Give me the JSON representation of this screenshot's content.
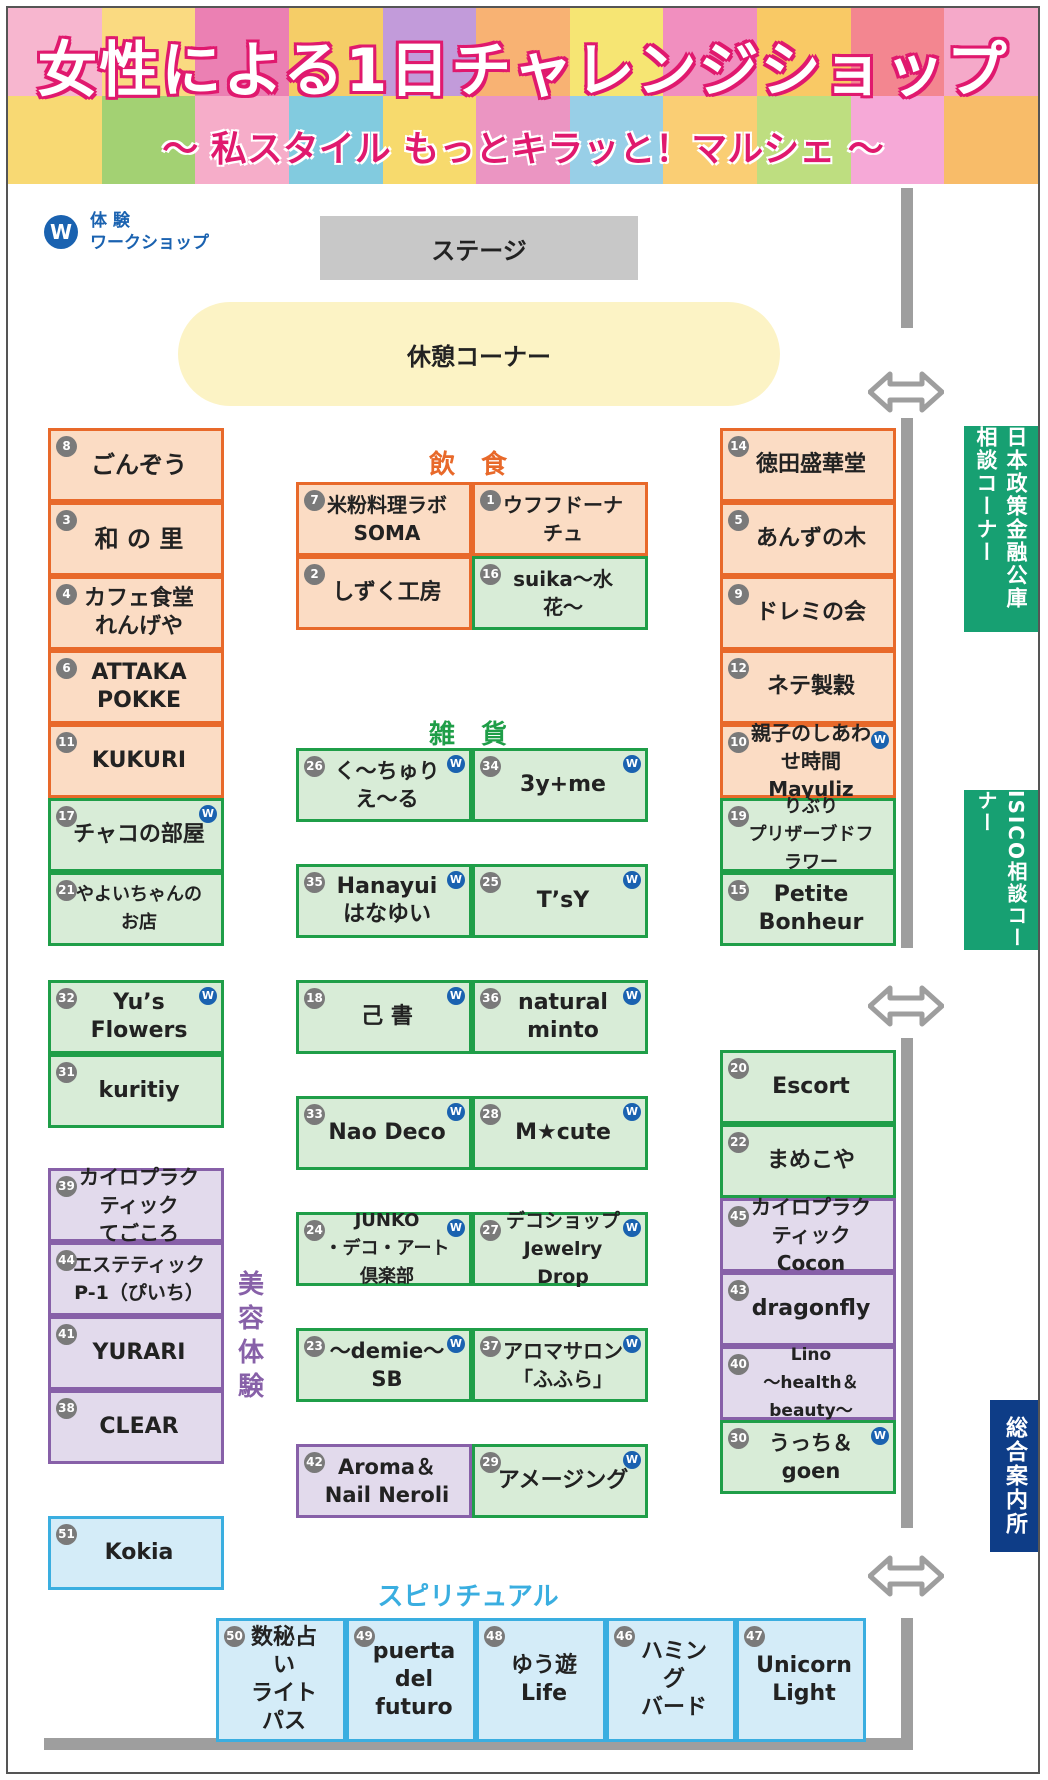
{
  "header": {
    "title": "女性による1日チャレンジショップ",
    "subtitle": "〜 私スタイル もっとキラッと！マルシェ 〜"
  },
  "legend": {
    "badge": "W",
    "line1": "体 験",
    "line2": "ワークショップ"
  },
  "stage": "ステージ",
  "rest_area": "休憩コーナー",
  "side_labels": {
    "jfc": "日本政策金融公庫相談コーナー",
    "isico": "ISICO相談コーナー",
    "info": "総合案内所"
  },
  "categories": {
    "food": "飲　食",
    "goods": "雑　貨",
    "beauty": "美容体験",
    "spiritual": "スピリチュアル"
  },
  "colors": {
    "food": "#e8692a",
    "goods": "#1f9e48",
    "beauty": "#8760a8",
    "spiritual": "#3aaee0",
    "workshop": "#1a62b0"
  },
  "booths": [
    {
      "n": "8",
      "name": "ごんぞう",
      "w": false
    },
    {
      "n": "3",
      "name": "和 の 里",
      "w": false
    },
    {
      "n": "4",
      "name": "カフェ食堂\nれんげや",
      "w": false
    },
    {
      "n": "6",
      "name": "ATTAKA\nPOKKE",
      "w": false
    },
    {
      "n": "11",
      "name": "KUKURI",
      "w": false
    },
    {
      "n": "17",
      "name": "チャコの部屋",
      "w": true
    },
    {
      "n": "21",
      "name": "やよいちゃんのお店",
      "w": false
    },
    {
      "n": "32",
      "name": "Yu’s Flowers",
      "w": true
    },
    {
      "n": "31",
      "name": "kuritiy",
      "w": false
    },
    {
      "n": "39",
      "name": "カイロプラクティック\nてごころ",
      "w": false
    },
    {
      "n": "44",
      "name": "エステティック\nP-1（ぴいち）",
      "w": false
    },
    {
      "n": "41",
      "name": "YURARI",
      "w": false
    },
    {
      "n": "38",
      "name": "CLEAR",
      "w": false
    },
    {
      "n": "51",
      "name": "Kokia",
      "w": false
    },
    {
      "n": "7",
      "name": "米粉料理ラボ\nSOMA",
      "w": false
    },
    {
      "n": "1",
      "name": "ウフフドーナチュ",
      "w": false
    },
    {
      "n": "2",
      "name": "しずく工房",
      "w": false
    },
    {
      "n": "16",
      "name": "suika〜水花〜",
      "w": false
    },
    {
      "n": "26",
      "name": "く〜ちゅりえ〜る",
      "w": true
    },
    {
      "n": "34",
      "name": "3y+me",
      "w": true
    },
    {
      "n": "35",
      "name": "Hanayui\nはなゆい",
      "w": true
    },
    {
      "n": "25",
      "name": "T’sY",
      "w": true
    },
    {
      "n": "18",
      "name": "己 書",
      "w": true
    },
    {
      "n": "36",
      "name": "natural\nminto",
      "w": true
    },
    {
      "n": "33",
      "name": "Nao Deco",
      "w": true
    },
    {
      "n": "28",
      "name": "M★cute",
      "w": true
    },
    {
      "n": "24",
      "name": "JUNKO\n・デコ・アート倶楽部",
      "w": true
    },
    {
      "n": "27",
      "name": "デコショップ\nJewelry Drop",
      "w": true
    },
    {
      "n": "23",
      "name": "〜demie〜SB",
      "w": true
    },
    {
      "n": "37",
      "name": "アロマサロン\n「ふふら」",
      "w": true
    },
    {
      "n": "42",
      "name": "Aroma＆\nNail Neroli",
      "w": false
    },
    {
      "n": "29",
      "name": "アメージング",
      "w": true
    },
    {
      "n": "14",
      "name": "徳田盛華堂",
      "w": false
    },
    {
      "n": "5",
      "name": "あんずの木",
      "w": false
    },
    {
      "n": "9",
      "name": "ドレミの会",
      "w": false
    },
    {
      "n": "12",
      "name": "ネテ製穀",
      "w": false
    },
    {
      "n": "10",
      "name": "親子のしあわせ時間\nMayuliz",
      "w": true
    },
    {
      "n": "19",
      "name": "りぶり\nプリザーブドフラワー",
      "w": false
    },
    {
      "n": "15",
      "name": "Petite\nBonheur",
      "w": false
    },
    {
      "n": "20",
      "name": "Escort",
      "w": false
    },
    {
      "n": "22",
      "name": "まめこや",
      "w": false
    },
    {
      "n": "45",
      "name": "カイロプラクティック\nCocon",
      "w": false
    },
    {
      "n": "43",
      "name": "dragonfly",
      "w": false
    },
    {
      "n": "40",
      "name": "Lino\n〜health＆beauty〜",
      "w": false
    },
    {
      "n": "30",
      "name": "うっち＆goen",
      "w": true
    },
    {
      "n": "50",
      "name": "数秘占い\nライトパス",
      "w": false
    },
    {
      "n": "49",
      "name": "puerta\ndel\nfuturo",
      "w": false
    },
    {
      "n": "48",
      "name": "ゆう遊\nLife",
      "w": false
    },
    {
      "n": "46",
      "name": "ハミング\nバード",
      "w": false
    },
    {
      "n": "47",
      "name": "Unicorn\nLight",
      "w": false
    }
  ]
}
